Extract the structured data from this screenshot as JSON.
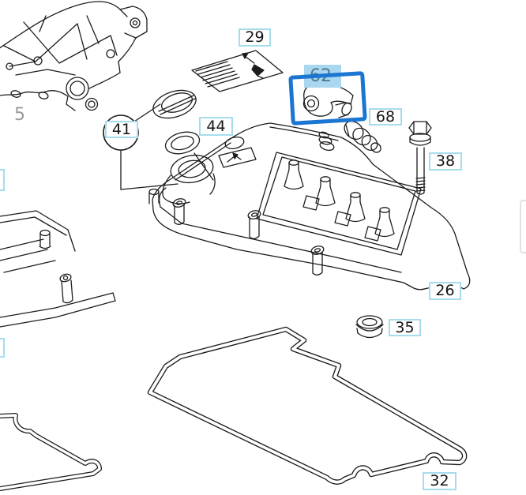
{
  "diagram": {
    "background": "#ffffff",
    "line_color": "#1c1c1c",
    "muted_label_color": "#9a9a9a",
    "callout_border_color": "#a6dcec",
    "highlight_border_color": "#1b76d2",
    "highlight_fill_color": "#a9d7ef",
    "highlight_text_color": "#547a8e"
  },
  "callouts": [
    {
      "id": "5",
      "label": "5",
      "style": "plain"
    },
    {
      "id": "29",
      "label": "29",
      "style": "boxed"
    },
    {
      "id": "41",
      "label": "41",
      "style": "circled"
    },
    {
      "id": "44",
      "label": "44",
      "style": "boxed"
    },
    {
      "id": "62",
      "label": "62",
      "style": "highlighted"
    },
    {
      "id": "68",
      "label": "68",
      "style": "boxed"
    },
    {
      "id": "38",
      "label": "38",
      "style": "boxed"
    },
    {
      "id": "26",
      "label": "26",
      "style": "boxed"
    },
    {
      "id": "35",
      "label": "35",
      "style": "boxed"
    },
    {
      "id": "32",
      "label": "32",
      "style": "boxed"
    }
  ]
}
